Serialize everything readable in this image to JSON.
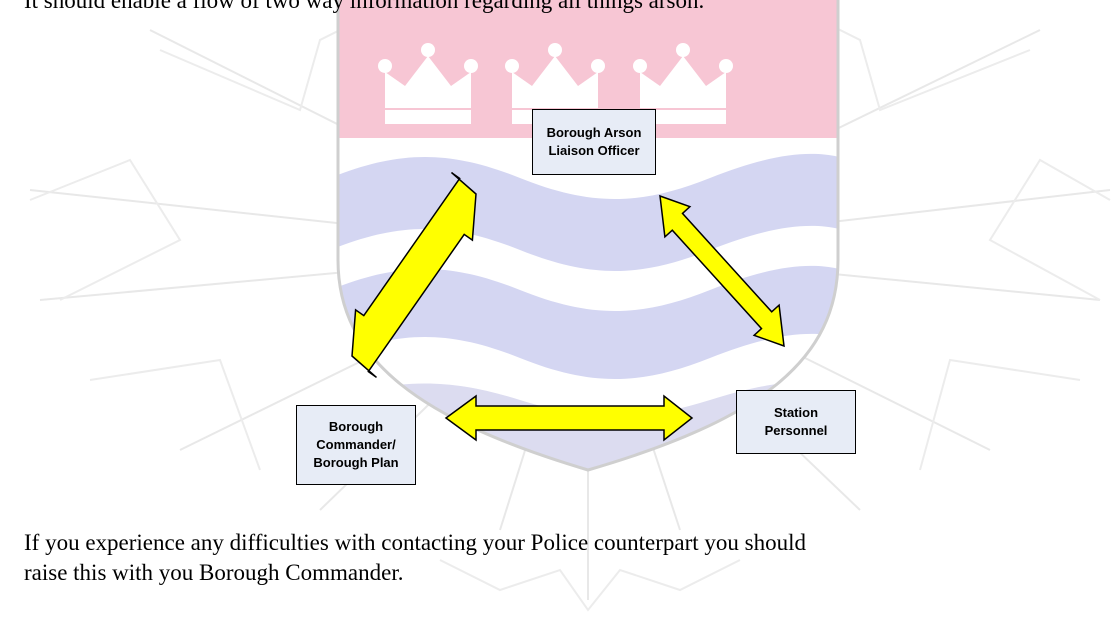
{
  "document": {
    "intro": "It should enable a flow of two way information regarding all things arson.",
    "closing_line_1": "If you experience any difficulties with contacting your Police counterpart you should",
    "closing_line_2": "raise this with you Borough Commander."
  },
  "diagram": {
    "nodes": {
      "balo": {
        "lines": [
          "Borough Arson",
          "Liaison Officer"
        ]
      },
      "commander": {
        "lines": [
          "Borough",
          "Commander/",
          "Borough Plan"
        ]
      },
      "station": {
        "lines": [
          "Station",
          "Personnel"
        ]
      }
    },
    "colors": {
      "box_fill": "#e7ecf6",
      "arrow_fill": "#ffff00",
      "crest_pink": "#f7c6d4",
      "crest_blue": "#d4d6f2"
    }
  }
}
